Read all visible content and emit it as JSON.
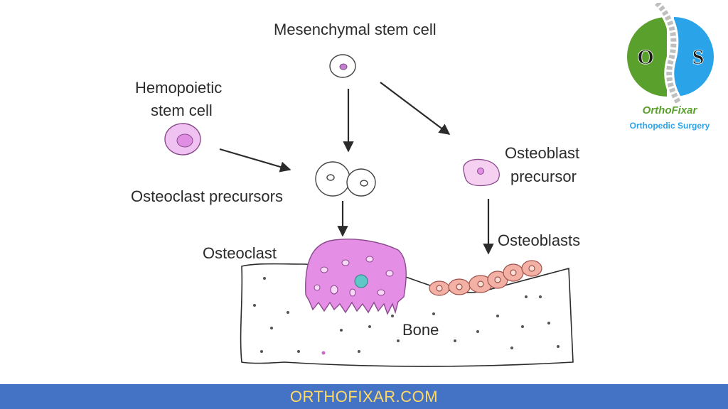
{
  "labels": {
    "msc": "Mesenchymal stem cell",
    "hsc_line1": "Hemopoietic",
    "hsc_line2": "stem cell",
    "osteoclast_precursors": "Osteoclast precursors",
    "osteoblast_precursor_line1": "Osteoblast",
    "osteoblast_precursor_line2": "precursor",
    "osteoclast": "Osteoclast",
    "osteoblasts": "Osteoblasts",
    "bone": "Bone"
  },
  "logo": {
    "name": "OrthoFixar",
    "tagline": "Orthopedic Surgery",
    "left_letter": "O",
    "right_letter": "S"
  },
  "footer": {
    "text": "ORTHOFIXAR.COM"
  },
  "colors": {
    "footer_bg": "#4472c4",
    "footer_text": "#ffd966",
    "osteoclast": "#e48ee6",
    "osteoblast": "#f3b0a4",
    "logo_green": "#5aa02c",
    "logo_blue": "#2aa3e8"
  }
}
